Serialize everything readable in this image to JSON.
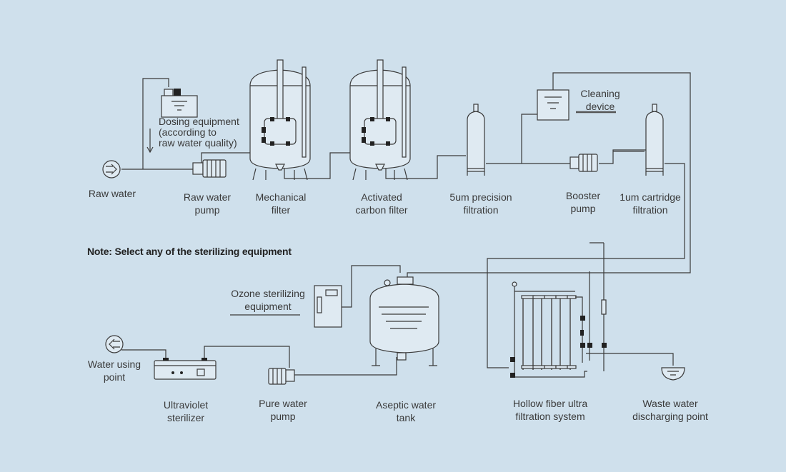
{
  "labels": {
    "raw_water": "Raw water",
    "raw_water_pump": [
      "Raw water",
      "pump"
    ],
    "mechanical_filter": [
      "Mechanical",
      "filter"
    ],
    "activated_carbon_filter": [
      "Activated",
      "carbon filter"
    ],
    "precision_filtration": [
      "5um precision",
      "filtration"
    ],
    "booster_pump": [
      "Booster",
      "pump"
    ],
    "cartridge_filtration": [
      "1um cartridge",
      "filtration"
    ],
    "dosing_equipment": [
      "Dosing equipment",
      "(according to",
      "raw water quality)"
    ],
    "cleaning_device": [
      "Cleaning",
      "device"
    ],
    "note": "Note: Select any of the sterilizing equipment",
    "ozone": [
      "Ozone sterilizing",
      "equipment"
    ],
    "water_using_point": [
      "Water using",
      "point"
    ],
    "uv_sterilizer": [
      "Ultraviolet",
      "sterilizer"
    ],
    "pure_water_pump": [
      "Pure water",
      "pump"
    ],
    "aseptic_tank": [
      "Aseptic water",
      "tank"
    ],
    "hollow_fiber": [
      "Hollow fiber ultra",
      "filtration system"
    ],
    "waste_water": [
      "Waste water",
      "discharging point"
    ]
  },
  "colors": {
    "background": "#cfe0ec",
    "line": "#3a3a3a"
  }
}
